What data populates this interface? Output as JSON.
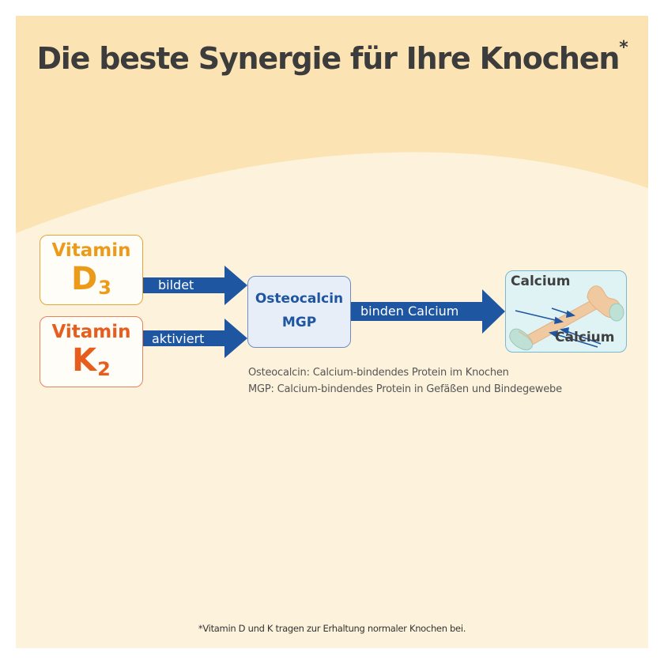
{
  "title": {
    "text": "Die beste Synergie für Ihre Knochen",
    "asterisk": "*"
  },
  "vitamin_d": {
    "name": "Vitamin",
    "letter": "D",
    "subscript": "3"
  },
  "vitamin_k": {
    "name": "Vitamin",
    "letter": "K",
    "subscript": "2"
  },
  "arrows": {
    "d_label": "bildet",
    "k_label": "aktiviert",
    "main_label": "binden Calcium"
  },
  "proteins": {
    "line1": "Osteocalcin",
    "line2": "MGP"
  },
  "bone": {
    "label_top": "Calcium",
    "label_bottom": "Calcium"
  },
  "notes": {
    "osteocalcin": "Osteocalcin: Calcium-bindendes Protein im Knochen",
    "mgp": "MGP: Calcium-bindendes Protein in Gefäßen und Bindegewebe"
  },
  "footnote": "*Vitamin D und K tragen zur Erhaltung normaler Knochen bei.",
  "colors": {
    "background": "#fdf3dc",
    "wave": "#fbe3b3",
    "title": "#3c3c3c",
    "vitamin_d": "#ec9a1a",
    "vitamin_k": "#e65d1e",
    "arrow": "#1f56a1",
    "protein_box": "#e8eef8",
    "bone_box": "#dff2f4",
    "bone": "#f1c9a0",
    "bone_joint": "#bfe0d4"
  },
  "icons": [
    "arrow-right-icon",
    "bone-icon",
    "calcium-arrow-icon"
  ]
}
